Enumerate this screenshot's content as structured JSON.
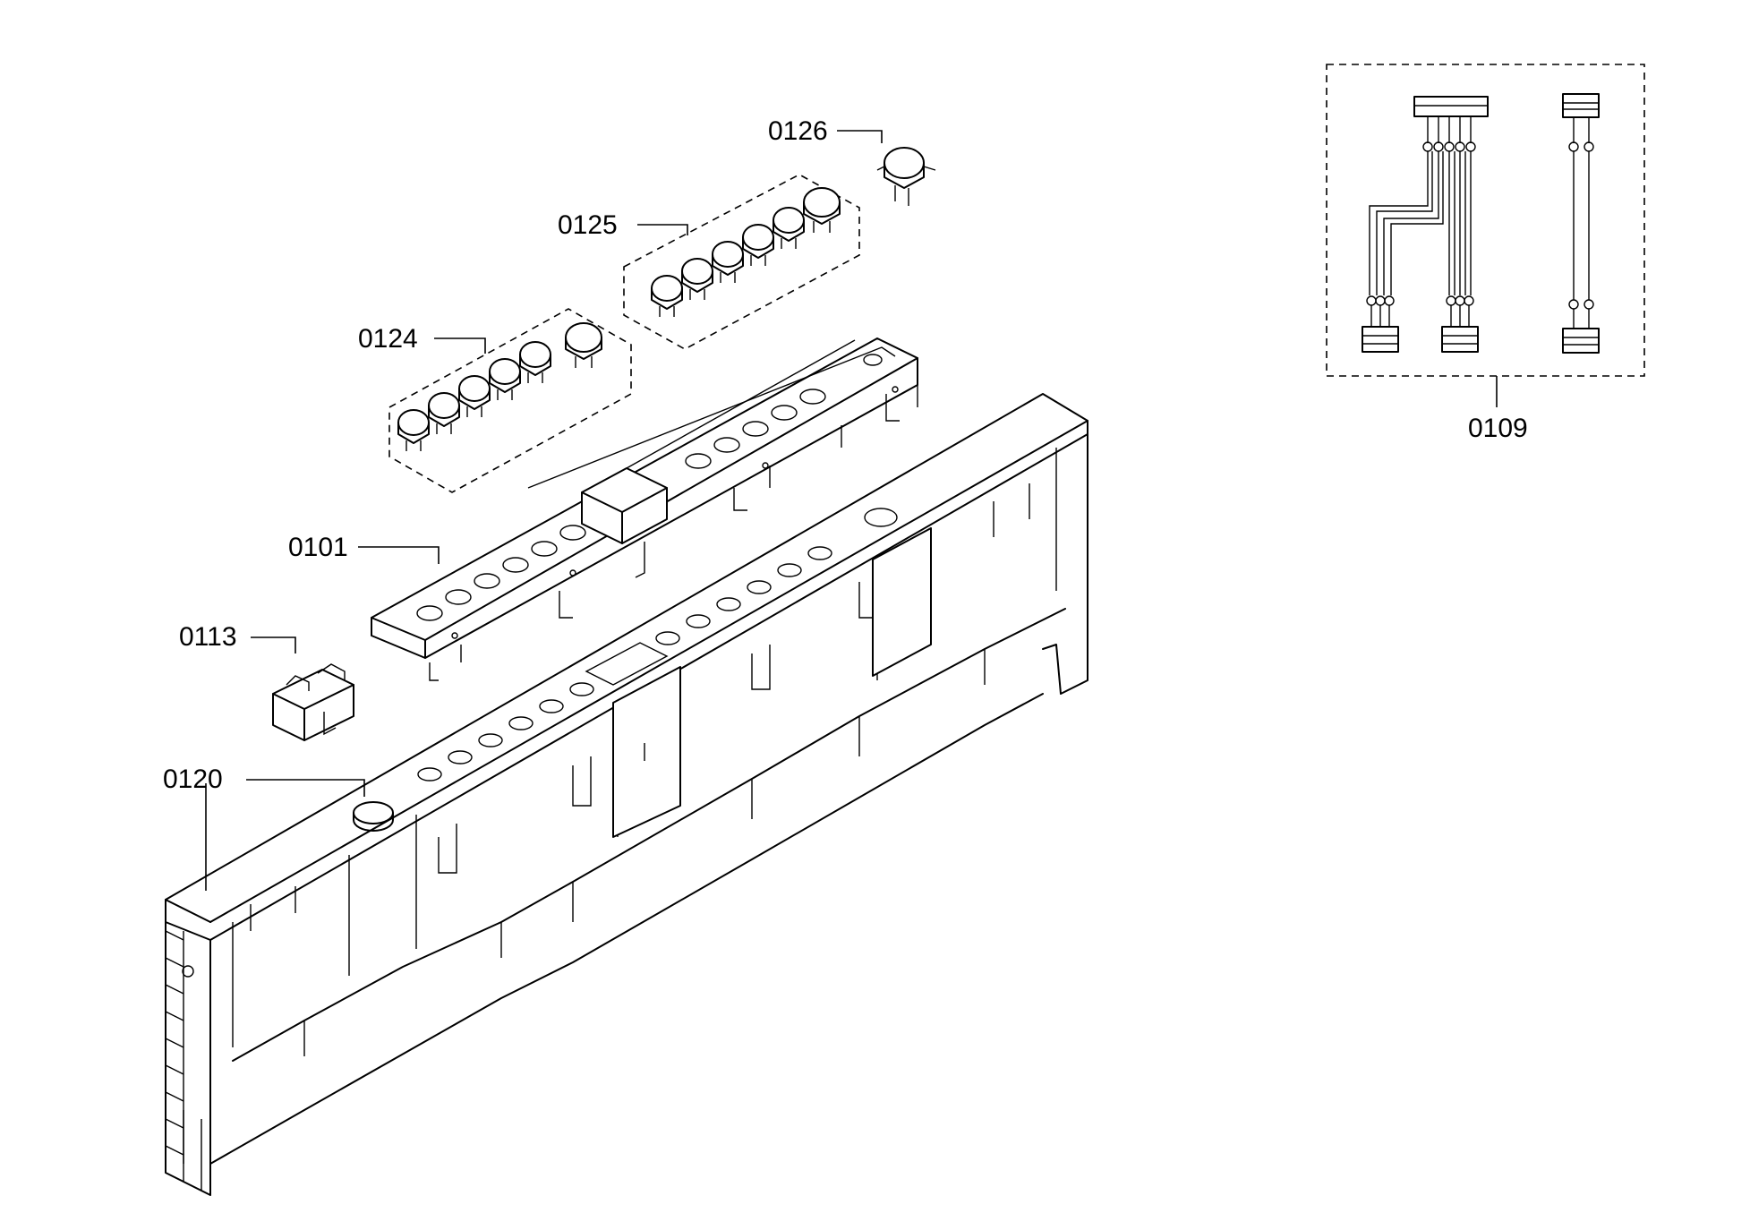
{
  "parts": [
    {
      "id": "part-0101",
      "label": "0101"
    },
    {
      "id": "part-0109",
      "label": "0109"
    },
    {
      "id": "part-0113",
      "label": "0113"
    },
    {
      "id": "part-0120",
      "label": "0120"
    },
    {
      "id": "part-0124",
      "label": "0124"
    },
    {
      "id": "part-0125",
      "label": "0125"
    },
    {
      "id": "part-0126",
      "label": "0126"
    }
  ]
}
